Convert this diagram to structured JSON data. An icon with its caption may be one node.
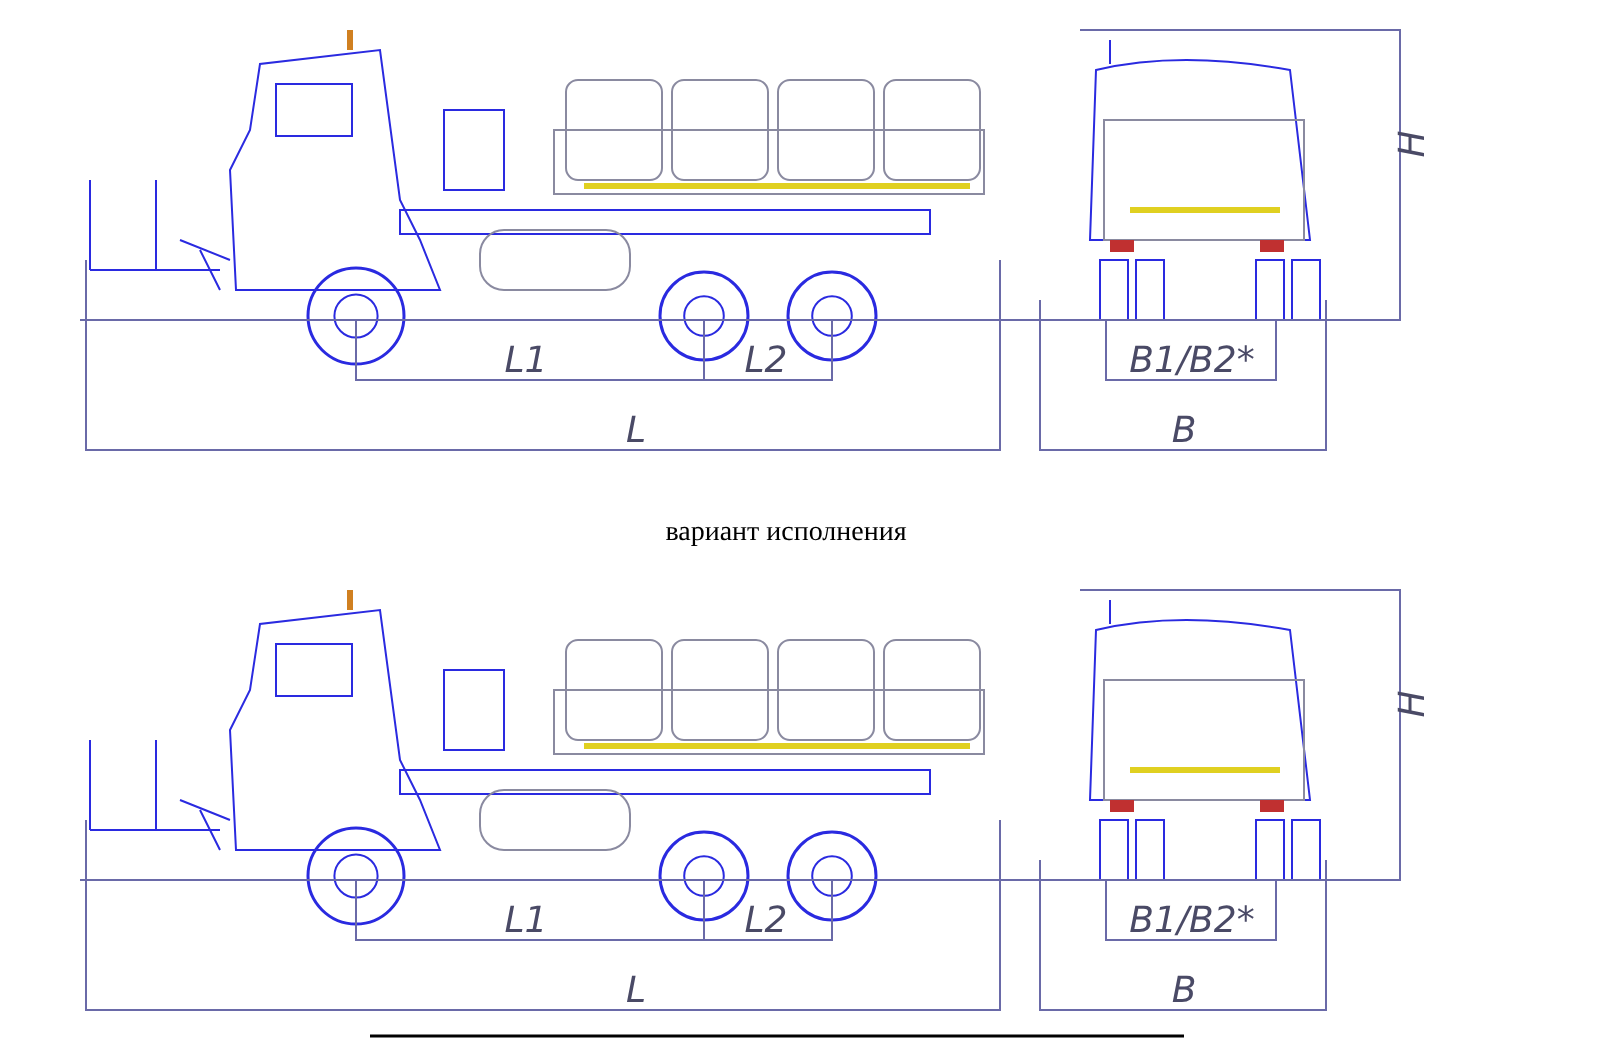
{
  "diagram": {
    "labels": [
      "H",
      "L1",
      "L2",
      "B1/B2*",
      "L",
      "B",
      "вариант исполнения",
      "H",
      "L1",
      "L2",
      "B1/B2*",
      "L",
      "B"
    ]
  }
}
